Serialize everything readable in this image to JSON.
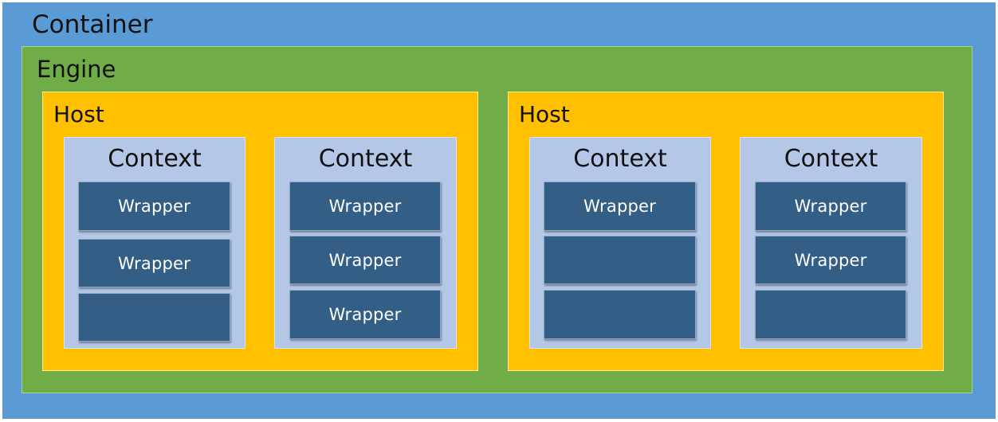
{
  "container": {
    "label": "Container",
    "engine": {
      "label": "Engine",
      "hosts": [
        {
          "label": "Host",
          "contexts": [
            {
              "label": "Context",
              "wrappers": [
                "Wrapper",
                "Wrapper",
                ""
              ]
            },
            {
              "label": "Context",
              "wrappers": [
                "Wrapper",
                "Wrapper",
                "Wrapper"
              ]
            }
          ]
        },
        {
          "label": "Host",
          "contexts": [
            {
              "label": "Context",
              "wrappers": [
                "Wrapper",
                "",
                ""
              ]
            },
            {
              "label": "Context",
              "wrappers": [
                "Wrapper",
                "Wrapper",
                ""
              ]
            }
          ]
        }
      ]
    }
  },
  "colors": {
    "container": "#5b9bd5",
    "engine": "#70ad47",
    "host": "#ffc000",
    "context": "#b4c7e7",
    "wrapper": "#335f87"
  }
}
